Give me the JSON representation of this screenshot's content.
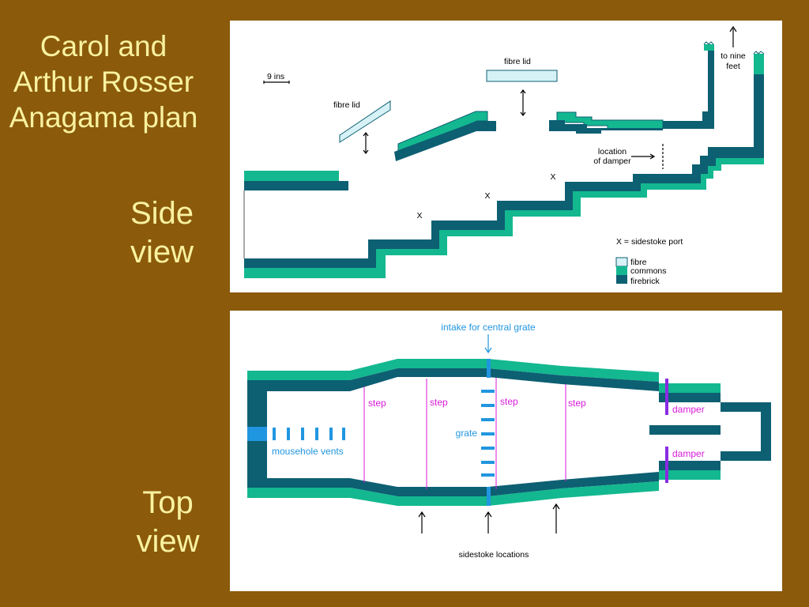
{
  "slide": {
    "title_lines": [
      "Carol and",
      "Arthur Rosser",
      "Anagama plan"
    ],
    "side_view_lines": [
      "Side",
      "view"
    ],
    "top_view_lines": [
      "Top",
      "view"
    ]
  },
  "colors": {
    "background": "#8B5A0B",
    "slide_text": "#F8F2A0",
    "fibre": "#D6F2F6",
    "commons": "#13B890",
    "firebrick": "#0D5F72",
    "step_line": "#D81AD8",
    "grate": "#2196E0",
    "damper": "#8A2BE2"
  },
  "side_view": {
    "scale_label": "9 ins",
    "fibre_lid_left": "fibre lid",
    "fibre_lid_top": "fibre lid",
    "chimney_label_lines": [
      "to nine",
      "feet"
    ],
    "damper_label_lines": [
      "location",
      "of damper"
    ],
    "sidestoke_marker": "X",
    "sidestoke_legend": "X = sidestoke port",
    "legend": [
      {
        "key": "fibre",
        "label": "fibre"
      },
      {
        "key": "commons",
        "label": "commons"
      },
      {
        "key": "firebrick",
        "label": "firebrick"
      }
    ]
  },
  "top_view": {
    "intake_label": "intake for central grate",
    "step_label": "step",
    "grate_label": "grate",
    "mousehole_label": "mousehole vents",
    "damper_label": "damper",
    "sidestoke_label": "sidestoke locations"
  }
}
